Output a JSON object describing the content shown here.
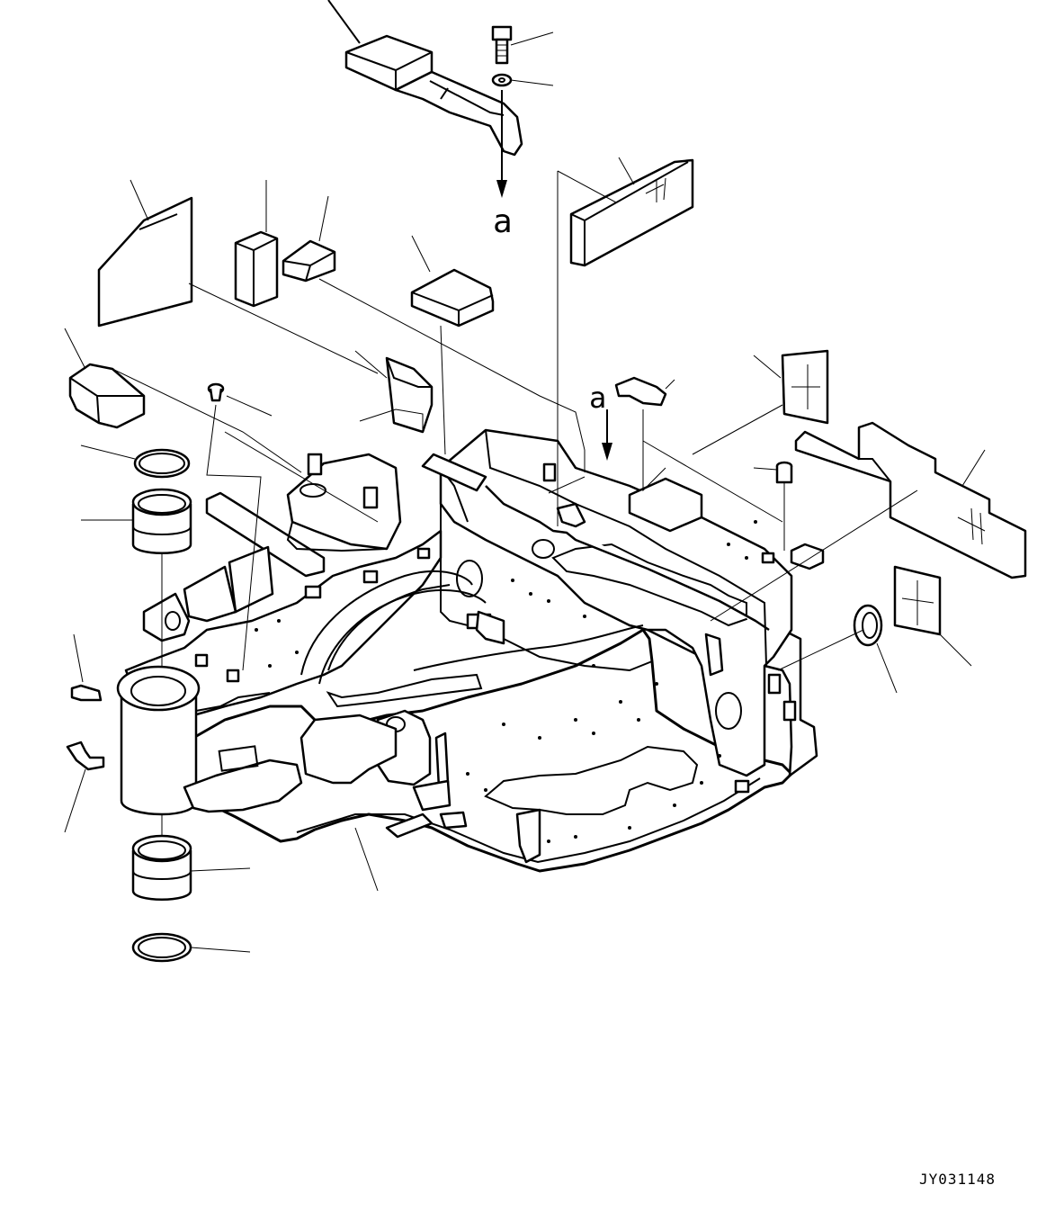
{
  "diagram": {
    "drawing_id": "JY031148",
    "view_marks": [
      "a",
      "a"
    ]
  }
}
